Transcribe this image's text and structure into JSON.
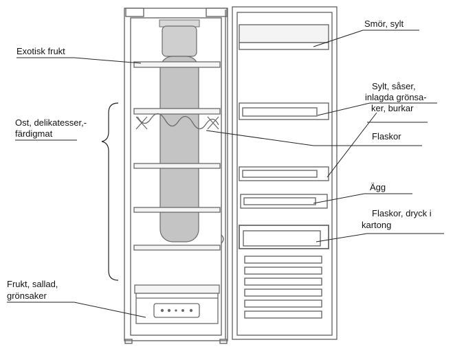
{
  "diagram": {
    "labels": {
      "exotisk_frukt": "Exotisk frukt",
      "ost_line1": "Ost, delikatesser,-",
      "ost_line2": "färdigmat",
      "frukt_line1": "Frukt, sallad,",
      "frukt_line2": "grönsaker",
      "smor_sylt": "Smör, sylt",
      "sylt_line1": "Sylt, såser,",
      "sylt_line2": "inlagda grönsa-",
      "sylt_line3": "ker, burkar",
      "flaskor": "Flaskor",
      "agg": "Ägg",
      "flaskor_dryck_line1": "Flaskor, dryck i",
      "flaskor_dryck_line2": "kartong"
    },
    "colors": {
      "outline": "#6a6a6a",
      "shelf_fill": "#f4f4f4",
      "fan_fill": "#c9c9c9",
      "leader": "#222222"
    }
  }
}
